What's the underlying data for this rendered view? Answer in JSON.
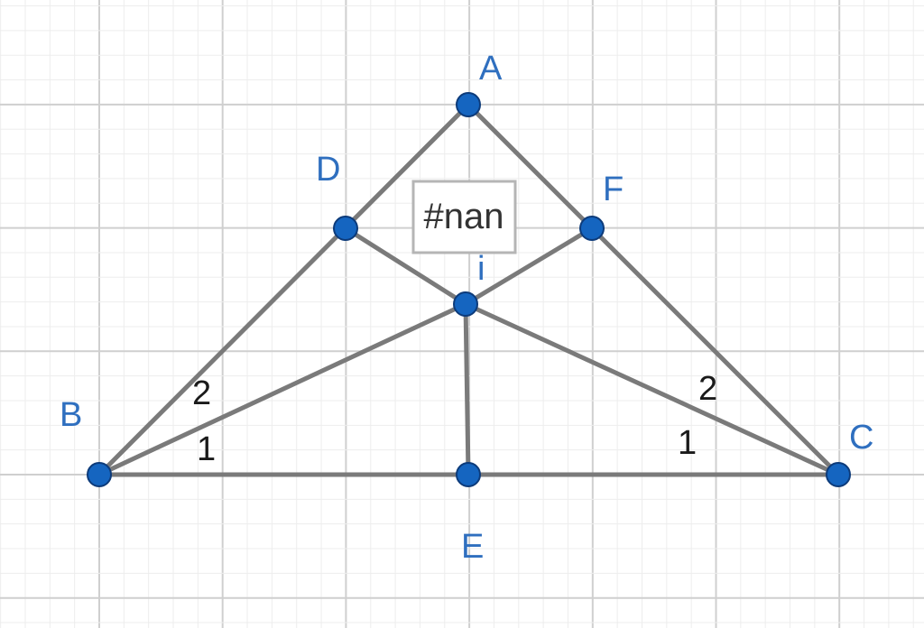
{
  "colors": {
    "grid_minor": "#ededed",
    "grid_major": "#cfcfcf",
    "segment": "#7a7a7a",
    "point_fill": "#1565c0",
    "point_stroke": "#0d3b7a",
    "label_blue": "#2f6fbf",
    "label_black": "#1a1a1a",
    "box_border": "#b5b5b5"
  },
  "points": {
    "A": "A",
    "B": "B",
    "C": "C",
    "D": "D",
    "E": "E",
    "F": "F",
    "I": "i"
  },
  "angle_marks": {
    "B_upper": "2",
    "B_lower": "1",
    "C_upper": "2",
    "C_lower": "1"
  },
  "text_box": "#nan"
}
